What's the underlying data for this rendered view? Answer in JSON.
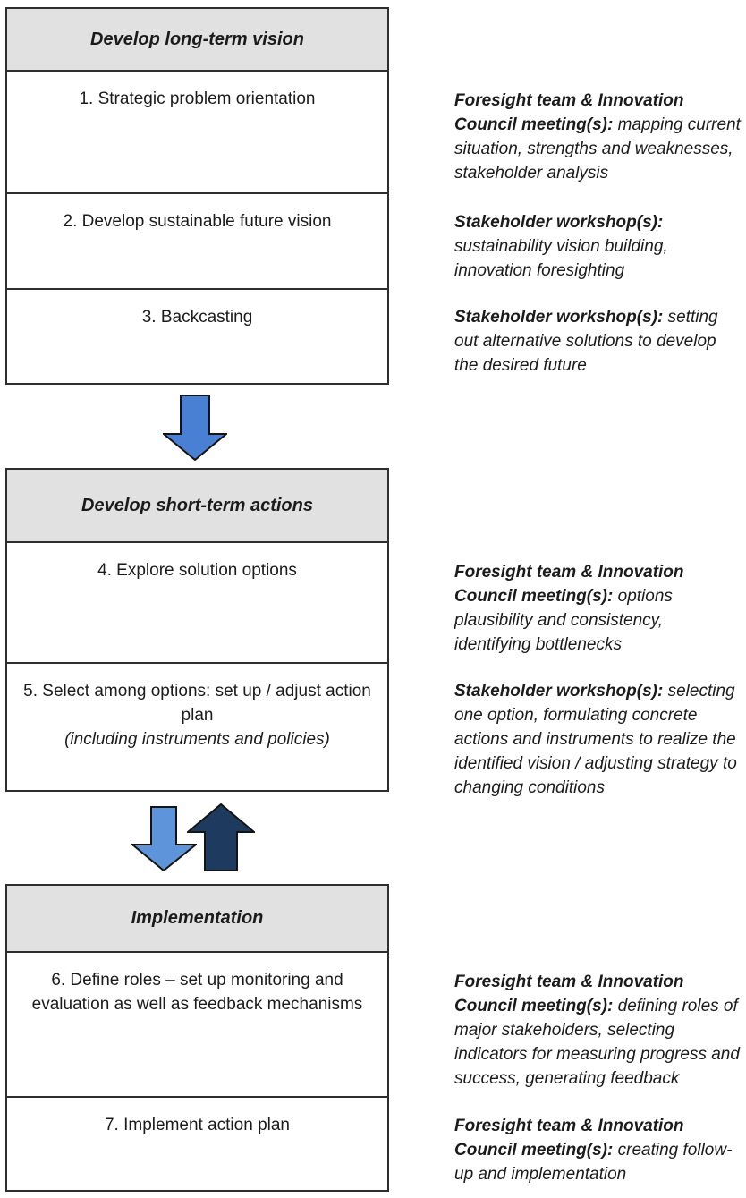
{
  "figure": {
    "colors": {
      "header_bg": "#e1e1e1",
      "box_border": "#2e2e2e",
      "text": "#1b1b1b",
      "arrow_outline": "#141414",
      "arrow1_fill": "#4a80d4",
      "arrow2_fill": "#5d94da",
      "arrow3_fill": "#1f3a5f"
    },
    "sections": [
      {
        "header": "Develop long-term vision",
        "rows": [
          {
            "step": "1. Strategic problem orientation",
            "note_lead": "Foresight team & Innovation Council meeting(s):",
            "note_body": " mapping current situation, strengths and weaknesses, stakeholder analysis"
          },
          {
            "step": "2. Develop sustainable future vision",
            "note_lead": "Stakeholder workshop(s):",
            "note_body": " sustainability vision building, innovation foresighting"
          },
          {
            "step": "3. Backcasting",
            "note_lead": "Stakeholder workshop(s):",
            "note_body": " setting out alternative solutions to develop the desired future"
          }
        ]
      },
      {
        "header": "Develop short-term actions",
        "rows": [
          {
            "step": "4. Explore solution options",
            "note_lead": "Foresight team & Innovation Council meeting(s):",
            "note_body": " options plausibility and consistency, identifying bottlenecks"
          },
          {
            "step": "5. Select among options: set up / adjust action plan",
            "step_sub": "(including instruments and policies)",
            "note_lead": "Stakeholder workshop(s):",
            "note_body": " selecting one option, formulating concrete actions and instruments to realize the identified vision / adjusting strategy to changing conditions"
          }
        ]
      },
      {
        "header": "Implementation",
        "rows": [
          {
            "step": "6. Define roles – set up monitoring and evaluation as well as feedback mechanisms",
            "note_lead": "Foresight team & Innovation Council meeting(s):",
            "note_body": " defining roles of major stakeholders, selecting indicators for measuring progress and success, generating feedback"
          },
          {
            "step": "7. Implement action plan",
            "note_lead": "Foresight team & Innovation Council meeting(s):",
            "note_body": " creating follow-up and implementation"
          }
        ]
      }
    ],
    "arrows": [
      {
        "name": "down-arrow-between-phase1-phase2",
        "direction": "down",
        "fill": "#4a80d4"
      },
      {
        "name": "down-arrow-between-phase2-phase3",
        "direction": "down",
        "fill": "#5d94da"
      },
      {
        "name": "up-arrow-between-phase3-phase2",
        "direction": "up",
        "fill": "#1f3a5f"
      }
    ]
  }
}
